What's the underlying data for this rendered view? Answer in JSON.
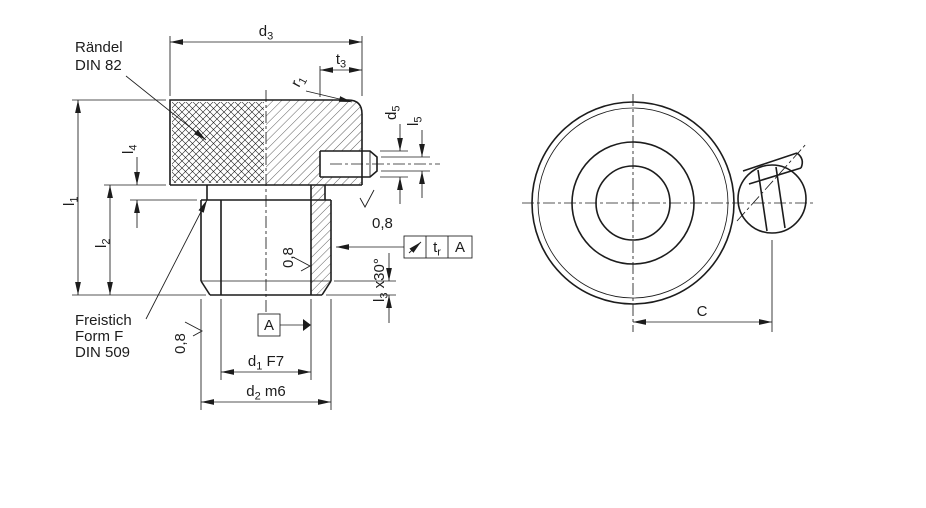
{
  "page": {
    "background": "#ffffff",
    "line_color": "#1c1c1c"
  },
  "notes": {
    "knurl": {
      "line1": "Rändel",
      "line2": "DIN 82"
    },
    "undercut": {
      "line1": "Freistich",
      "line2": "Form F",
      "line3": "DIN 509"
    }
  },
  "dims": {
    "d3": {
      "base": "d",
      "sub": "3"
    },
    "t3": {
      "base": "t",
      "sub": "3"
    },
    "r1": {
      "base": "r",
      "sub": "1"
    },
    "d5": {
      "base": "d",
      "sub": "5"
    },
    "l5": {
      "base": "l",
      "sub": "5"
    },
    "l4": {
      "base": "l",
      "sub": "4"
    },
    "l1": {
      "base": "l",
      "sub": "1"
    },
    "l2": {
      "base": "l",
      "sub": "2"
    },
    "l3": {
      "base": "l",
      "sub": "3",
      "suffix": " x30°"
    },
    "d1": {
      "base": "d",
      "sub": "1",
      "suffix": " F7"
    },
    "d2": {
      "base": "d",
      "sub": "2",
      "suffix": " m6"
    },
    "C": {
      "base": "C"
    }
  },
  "surface": {
    "roughness": "0,8"
  },
  "fcf": {
    "value": "t",
    "value_sub": "r",
    "datum": "A"
  },
  "datum_label": "A"
}
